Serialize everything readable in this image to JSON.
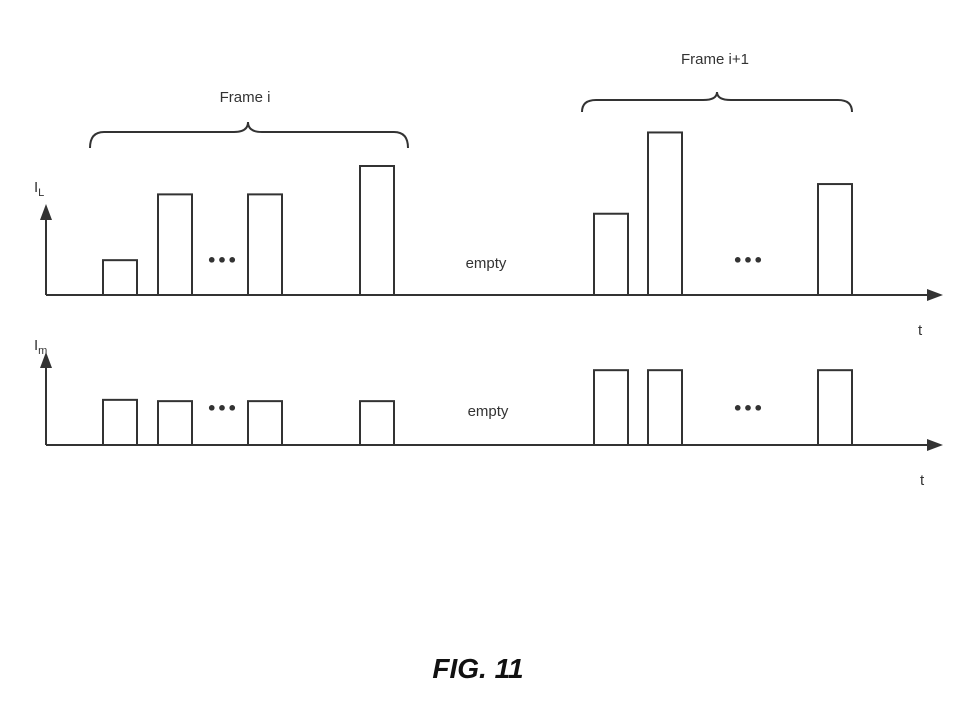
{
  "figure_label": "FIG. 11",
  "frames": [
    {
      "label": "Frame i"
    },
    {
      "label": "Frame i+1"
    }
  ],
  "plots": [
    {
      "id": "top",
      "y_label": "I",
      "y_subscript": "L",
      "x_label": "t",
      "gap_label": "empty",
      "ellipsis": "•••",
      "frame_i_amplitudes": [
        0.27,
        0.78,
        0.78,
        1.0
      ],
      "frame_i1_amplitudes": [
        0.63,
        1.26,
        0.86
      ]
    },
    {
      "id": "bottom",
      "y_label": "I",
      "y_subscript": "m",
      "x_label": "t",
      "gap_label": "empty",
      "ellipsis": "•••",
      "frame_i_amplitudes": [
        0.35,
        0.34,
        0.34,
        0.34
      ],
      "frame_i1_amplitudes": [
        0.58,
        0.58,
        0.58
      ]
    }
  ]
}
